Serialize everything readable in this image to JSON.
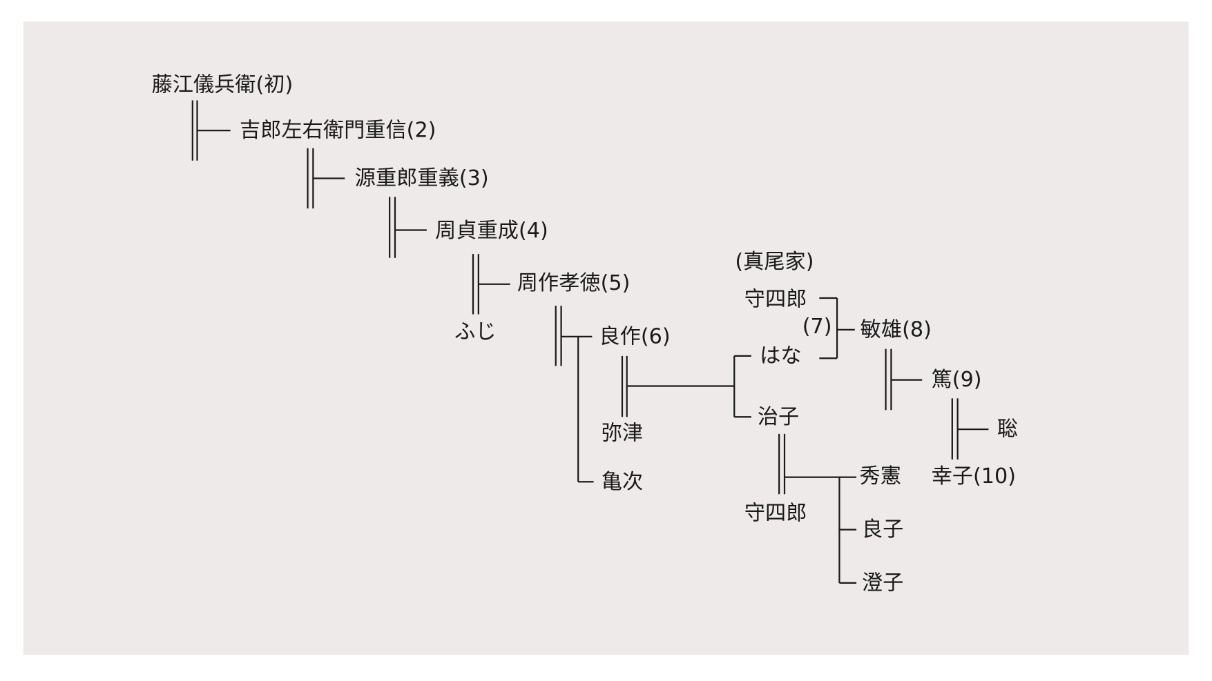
{
  "colors": {
    "background": "#edeae9",
    "line": "#1a1a1a"
  },
  "tree": {
    "gen1": "藤江儀兵衛(初)",
    "gen2": "吉郎左右衛門重信(2)",
    "gen3": "源重郎重義(3)",
    "gen4": "周貞重成(4)",
    "gen5": "周作孝徳(5)",
    "gen5_spouse": "ふじ",
    "gen6": "良作(6)",
    "gen6_spouse": "弥津",
    "gen6_sibling": "亀次",
    "maternal_house": "(真尾家)",
    "shishiro_top": "守四郎",
    "marker_7": "(7)",
    "hana": "はな",
    "gen8": "敏雄(8)",
    "gen9": "篤(9)",
    "gen9_spouse": "幸子(10)",
    "gen10_child": "聡",
    "haruko": "治子",
    "shishiro_bottom": "守四郎",
    "hidenori": "秀憲",
    "yoshiko": "良子",
    "sumiko": "澄子"
  }
}
